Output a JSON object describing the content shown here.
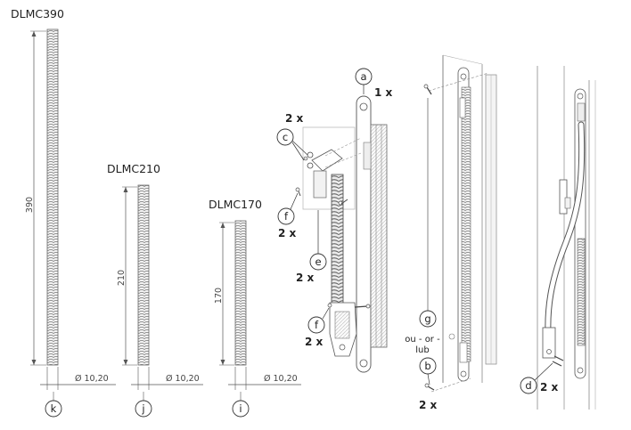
{
  "hoses": [
    {
      "model": "DLMC390",
      "length": "390",
      "diameter": "Ø 10,20",
      "callout": "k"
    },
    {
      "model": "DLMC210",
      "length": "210",
      "diameter": "Ø 10,20",
      "callout": "j"
    },
    {
      "model": "DLMC170",
      "length": "170",
      "diameter": "Ø 10,20",
      "callout": "i"
    }
  ],
  "assembly": {
    "a": {
      "letter": "a",
      "qty": "1 x"
    },
    "c": {
      "letter": "c",
      "qty": "2 x"
    },
    "f1": {
      "letter": "f",
      "qty": "2 x"
    },
    "e": {
      "letter": "e",
      "qty": "2 x"
    },
    "f2": {
      "letter": "f",
      "qty": "2 x"
    }
  },
  "install": {
    "g": {
      "letter": "g"
    },
    "alt_text": [
      "ou - or -",
      "lub"
    ],
    "b": {
      "letter": "b",
      "qty": "2 x"
    }
  },
  "final": {
    "d": {
      "letter": "d",
      "qty": "2 x"
    }
  }
}
